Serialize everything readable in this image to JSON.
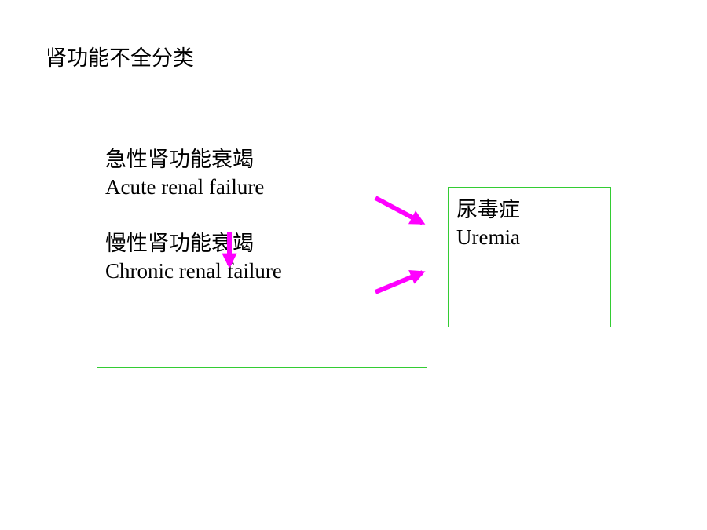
{
  "title": "肾功能不全分类",
  "left_box": {
    "acute_zh": "急性肾功能衰竭",
    "acute_en": "Acute renal failure",
    "chronic_zh": "慢性肾功能衰竭",
    "chronic_en": "Chronic renal failure"
  },
  "right_box": {
    "uremia_zh": "尿毒症",
    "uremia_en": "Uremia"
  },
  "colors": {
    "box_border": "#33cc33",
    "arrow": "#ff00ff",
    "text": "#000000"
  }
}
